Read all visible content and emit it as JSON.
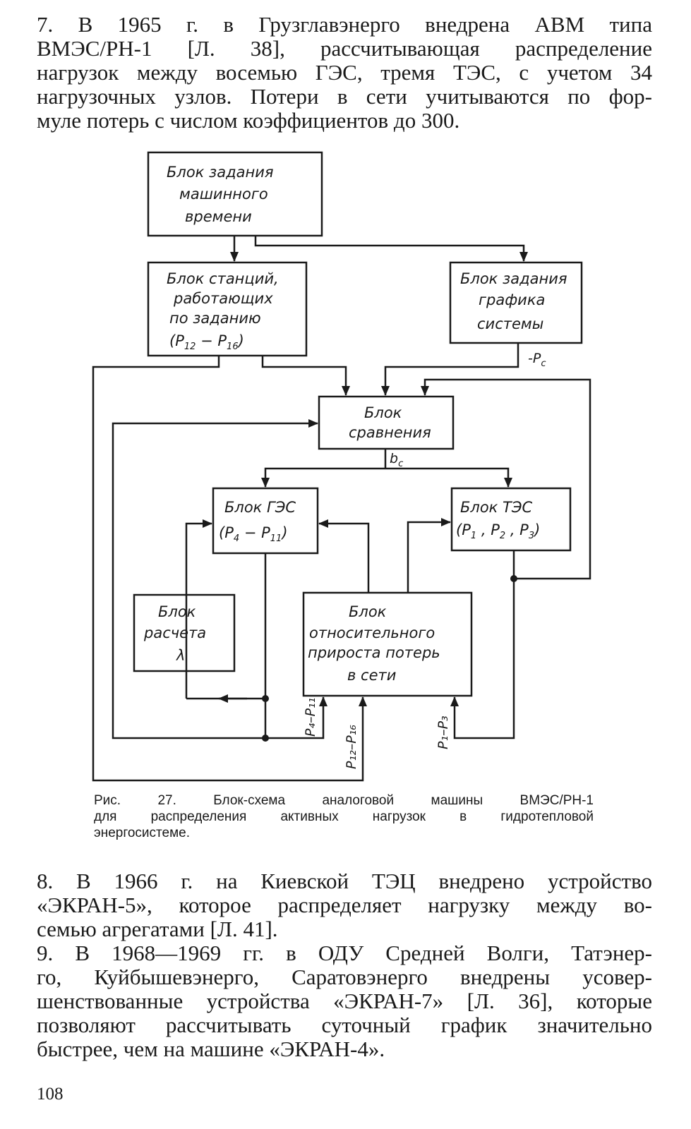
{
  "paragraphs": {
    "p7": [
      "7. В 1965 г. в Грузглавэнерго внедрена АВМ типа",
      "ВМЭС/РН-1 [Л. 38], рассчитывающая распределение",
      "нагрузок между восемью ГЭС, тремя ТЭС, с учетом 34",
      "нагрузочных узлов. Потери в сети учитываются по фор-",
      "муле потерь с числом коэффициентов до 300."
    ],
    "p8": [
      "8. В 1966 г. на Киевской ТЭЦ внедрено устройство",
      "«ЭКРАН-5», которое распределяет нагрузку между во-",
      "семью агрегатами [Л. 41]."
    ],
    "p9": [
      "9. В 1968—1969 гг. в ОДУ Средней Волги, Татэнер-",
      "го, Куйбышевэнерго, Саратовэнерго внедрены усовер-",
      "шенствованные устройства «ЭКРАН-7» [Л. 36], которые",
      "позволяют рассчитывать суточный график значительно",
      "быстрее, чем на машине «ЭКРАН-4»."
    ]
  },
  "figure": {
    "caption_lines": [
      "Рис. 27. Блок-схема аналоговой машины ВМЭС/РН-1",
      "для распределения активных нагрузок в гидротепловой",
      "энергосистеме."
    ],
    "blocks": {
      "time": [
        "Блок задания",
        "машинного",
        "времени"
      ],
      "stations": [
        "Блок станций,",
        "работающих",
        "по заданию"
      ],
      "stations_range": {
        "a": "P",
        "a_sub": "12",
        "b": "P",
        "b_sub": "16"
      },
      "schedule": [
        "Блок задания",
        "графика",
        "системы"
      ],
      "compare": [
        "Блок",
        "сравнения"
      ],
      "ges": [
        "Блок ГЭС"
      ],
      "ges_range": {
        "a": "P",
        "a_sub": "4",
        "b": "P",
        "b_sub": "11"
      },
      "tes": [
        "Блок ТЭС"
      ],
      "tes_range": {
        "a": "P",
        "a_sub": "1",
        "b": "P",
        "b_sub": "2",
        "c": "P",
        "c_sub": "3"
      },
      "lambda": [
        "Блок",
        "расчета",
        "λ"
      ],
      "losses": [
        "Блок",
        "относительного",
        "прироста потерь",
        "в сети"
      ]
    },
    "labels": {
      "pc": "-P",
      "pc_sub": "с",
      "bc": "b",
      "bc_sub": "с",
      "p4_11": "P₄–P₁₁",
      "p12_16": "P₁₂–P₁₆",
      "p1_3": "P₁–P₃"
    }
  },
  "page_number": "108"
}
